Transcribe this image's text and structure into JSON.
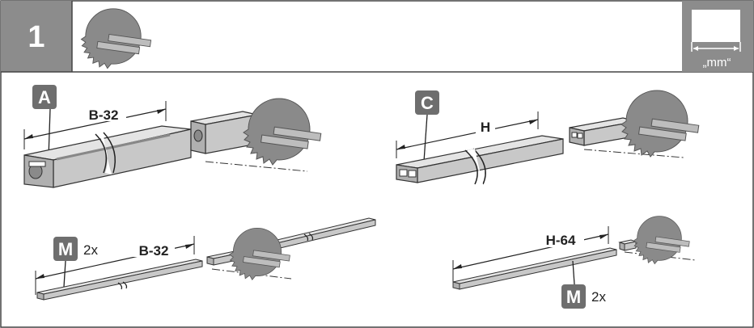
{
  "header": {
    "step_number": "1",
    "saw_icon": "circular-saw-icon",
    "unit_icon": "measure-mm-icon",
    "unit_label": "„mm“"
  },
  "panels": {
    "top_left": {
      "part_badge": "A",
      "dimension": "B-32"
    },
    "top_right": {
      "part_badge": "C",
      "dimension": "H"
    },
    "bottom_left": {
      "part_badge": "M",
      "quantity": "2x",
      "dimension": "B-32"
    },
    "bottom_right": {
      "part_badge": "M",
      "quantity": "2x",
      "dimension": "H-64"
    }
  },
  "colors": {
    "header_gray": "#8c8c8c",
    "badge_gray": "#6e6e6e",
    "metal": "#c8c8c8",
    "metal_dark": "#9a9a9a"
  }
}
